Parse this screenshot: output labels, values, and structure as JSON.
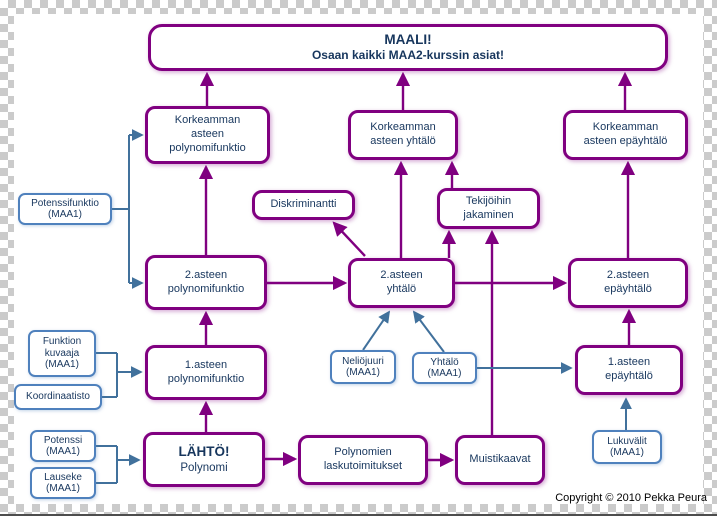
{
  "diagram": {
    "goal": {
      "title": "MAALI!",
      "subtitle": "Osaan kaikki MAA2-kurssin asiat!"
    },
    "start": {
      "title": "LÄHTÖ!",
      "subtitle": "Polynomi"
    },
    "nodes": {
      "korkeamman_polynomifunktio": "Korkeamman asteen polynomifunktio",
      "korkeamman_yhtalo": "Korkeamman asteen yhtälö",
      "korkeamman_epayhtalo": "Korkeamman asteen epäyhtälö",
      "diskriminantti": "Diskriminantti",
      "tekijoihin_jakaminen": "Tekijöihin jakaminen",
      "asteen2_polynomifunktio": "2.asteen polynomifunktio",
      "asteen2_yhtalo": "2.asteen yhtälö",
      "asteen2_epayhtalo": "2.asteen epäyhtälö",
      "asteen1_polynomifunktio": "1.asteen polynomifunktio",
      "asteen1_epayhtalo": "1.asteen epäyhtälö",
      "polynomien_laskutoimitukset": "Polynomien laskutoimitukset",
      "muistikaavat": "Muistikaavat"
    },
    "prerequisites": {
      "potenssifunktio": {
        "label": "Potenssifunktio",
        "tag": "(MAA1)"
      },
      "funktion_kuvaaja": {
        "label": "Funktion kuvaaja",
        "tag": "(MAA1)"
      },
      "koordinaatisto": {
        "label": "Koordinaatisto"
      },
      "potenssi": {
        "label": "Potenssi",
        "tag": "(MAA1)"
      },
      "lauseke": {
        "label": "Lauseke",
        "tag": "(MAA1)"
      },
      "neliojuuri": {
        "label": "Neliöjuuri",
        "tag": "(MAA1)"
      },
      "yhtalo": {
        "label": "Yhtälö",
        "tag": "(MAA1)"
      },
      "lukuvalit": {
        "label": "Lukuvälit",
        "tag": "(MAA1)"
      }
    },
    "copyright": "Copyright © 2010 Pekka Peura",
    "colors": {
      "node_border_purple": "#800080",
      "node_border_blue": "#4F81BD",
      "arrow_blue": "#41719C",
      "text_navy": "#17365D"
    }
  }
}
